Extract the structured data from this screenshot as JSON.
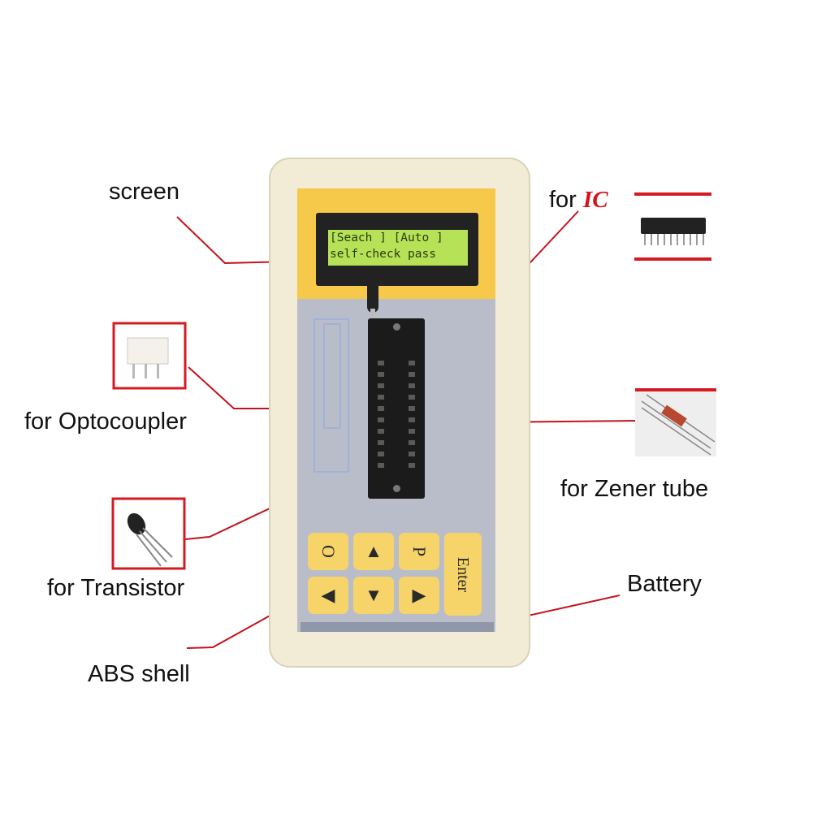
{
  "labels": {
    "screen": "screen",
    "for_ic_prefix": "for",
    "for_ic_mark": "IC",
    "optocoupler": "for Optocoupler",
    "zener": "for Zener tube",
    "transistor": "for Transistor",
    "battery": "Battery",
    "abs_shell": "ABS shell"
  },
  "lcd": {
    "line1": "[Seach ] [Auto ]",
    "line2": "self-check pass"
  },
  "keys": {
    "o": "O",
    "up": "▲",
    "p": "P",
    "enter": "Enter",
    "left": "◀",
    "down": "▼",
    "right": "▶"
  },
  "colors": {
    "accent_red": "#d4121a",
    "lcd_green": "#b6e257",
    "panel_yellow": "#f6c94a",
    "panel_gray": "#b8bdc9",
    "shell": "#f2ecd6"
  }
}
